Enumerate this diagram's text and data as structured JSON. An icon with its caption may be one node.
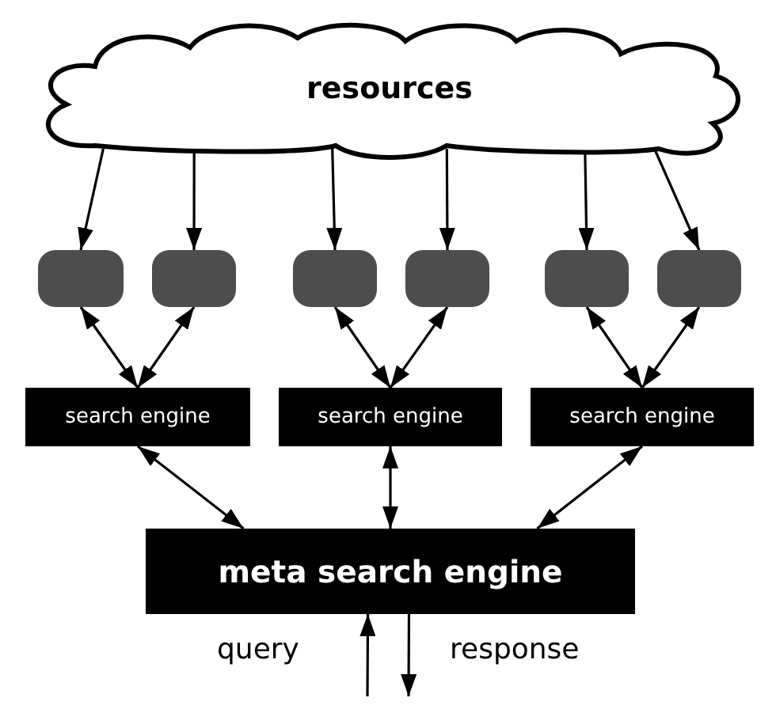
{
  "diagram": {
    "nodes": [
      {
        "text": [
          "resources"
        ]
      },
      {
        "text": [],
        "shape": "box"
      },
      {
        "text": [],
        "shape": "box"
      },
      {
        "text": [],
        "shape": "box"
      },
      {
        "text": [],
        "shape": "box"
      },
      {
        "text": [],
        "shape": "box"
      },
      {
        "text": [],
        "shape": "box"
      },
      {
        "text": [
          "search engine"
        ]
      },
      {
        "text": [
          "search engine"
        ]
      },
      {
        "text": [
          "search engine"
        ]
      },
      {
        "text": [
          "meta search engine"
        ]
      }
    ],
    "edges": [
      {
        "from": 0,
        "to": 1,
        "arrow": "to"
      },
      {
        "from": 0,
        "to": 2,
        "arrow": "to"
      },
      {
        "from": 0,
        "to": 3,
        "arrow": "to"
      },
      {
        "from": 0,
        "to": 4,
        "arrow": "to"
      },
      {
        "from": 0,
        "to": 5,
        "arrow": "to"
      },
      {
        "from": 0,
        "to": 6,
        "arrow": "to"
      },
      {
        "from": 1,
        "to": 7,
        "arrow": "both"
      },
      {
        "from": 2,
        "to": 7,
        "arrow": "both"
      },
      {
        "from": 3,
        "to": 8,
        "arrow": "both"
      },
      {
        "from": 4,
        "to": 8,
        "arrow": "both"
      },
      {
        "from": 5,
        "to": 9,
        "arrow": "both"
      },
      {
        "from": 6,
        "to": 9,
        "arrow": "both"
      },
      {
        "from": 7,
        "to": 10,
        "arrow": "both"
      },
      {
        "from": 8,
        "to": 10,
        "arrow": "both"
      },
      {
        "from": 9,
        "to": 10,
        "arrow": "both"
      },
      {
        "from": null,
        "to": 10,
        "arrow": "to",
        "label": "query"
      },
      {
        "from": 10,
        "to": null,
        "arrow": "to",
        "label": "response"
      }
    ]
  }
}
